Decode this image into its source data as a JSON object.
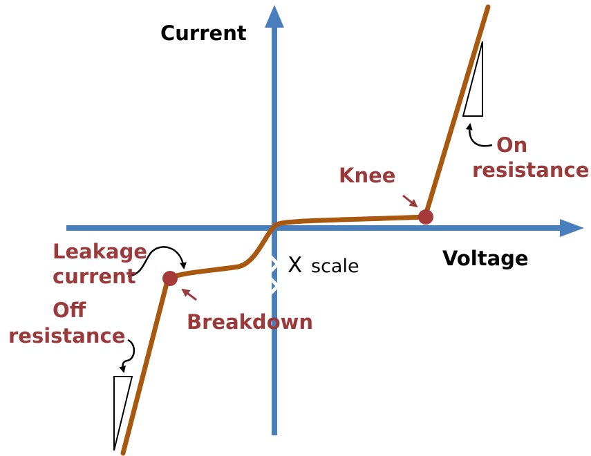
{
  "colors": {
    "axis": "#4a7fbe",
    "curve": "#a9580f",
    "point": "#a63a3a",
    "label_red": "#9b3a3a",
    "label_dark": "#000000"
  },
  "axes": {
    "y_label": "Current",
    "x_label": "Voltage"
  },
  "annotations": {
    "knee": "Knee",
    "on_resistance_1": "On",
    "on_resistance_2": "resistance",
    "leakage_1": "Leakage",
    "leakage_2": "current",
    "off_resistance_1": "Off",
    "off_resistance_2": "resistance",
    "breakdown": "Breakdown",
    "x_scale_x": "X",
    "x_scale_word": "scale"
  }
}
